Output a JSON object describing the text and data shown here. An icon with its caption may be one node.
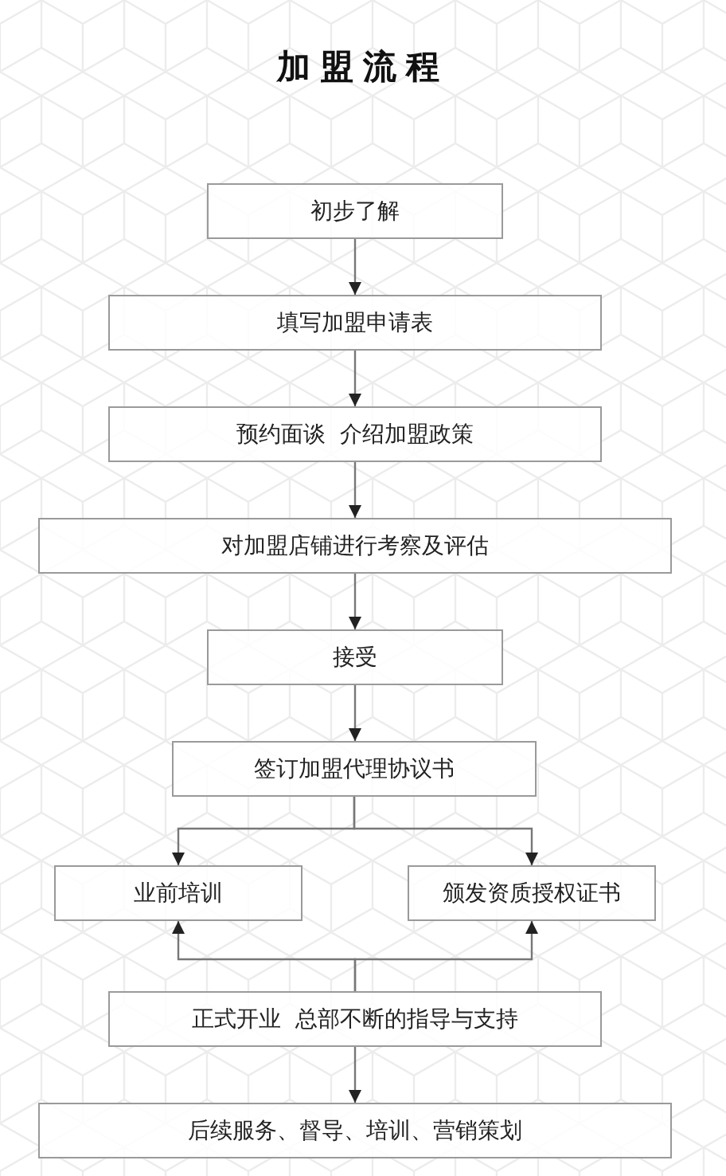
{
  "diagram": {
    "title": "加盟流程",
    "nodes": [
      {
        "text": [
          "初步了解"
        ]
      },
      {
        "text": [
          "填写加盟申请表"
        ]
      },
      {
        "text": [
          "预约面谈  介绍加盟政策"
        ]
      },
      {
        "text": [
          "对加盟店铺进行考察及评估"
        ]
      },
      {
        "text": [
          "接受"
        ]
      },
      {
        "text": [
          "签订加盟代理协议书"
        ]
      },
      {
        "text": [
          "业前培训"
        ]
      },
      {
        "text": [
          "颁发资质授权证书"
        ]
      },
      {
        "text": [
          "正式开业  总部不断的指导与支持"
        ]
      },
      {
        "text": [
          "后续服务、督导、培训、营销策划"
        ]
      }
    ],
    "edges": [
      {
        "from": 0,
        "to": 1,
        "arrow": "to"
      },
      {
        "from": 1,
        "to": 2,
        "arrow": "to"
      },
      {
        "from": 2,
        "to": 3,
        "arrow": "to"
      },
      {
        "from": 3,
        "to": 4,
        "arrow": "to"
      },
      {
        "from": 4,
        "to": 5,
        "arrow": "to"
      },
      {
        "from": 5,
        "to": 6,
        "arrow": "to"
      },
      {
        "from": 5,
        "to": 7,
        "arrow": "to"
      },
      {
        "from": 8,
        "to": 6,
        "arrow": "to"
      },
      {
        "from": 8,
        "to": 7,
        "arrow": "to"
      },
      {
        "from": 8,
        "to": 9,
        "arrow": "to"
      }
    ]
  }
}
